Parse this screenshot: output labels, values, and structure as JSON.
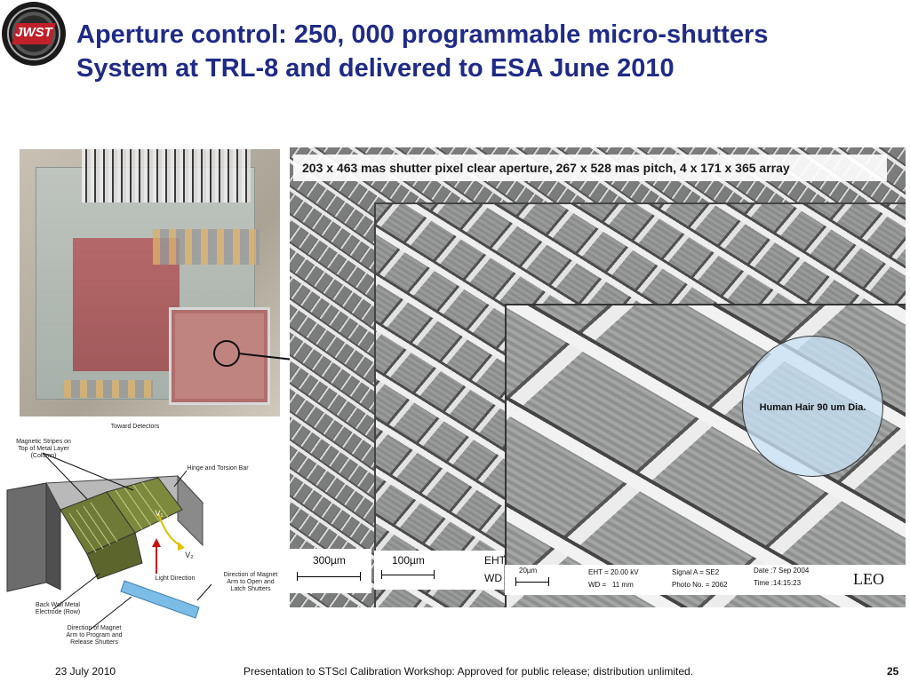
{
  "logo": {
    "text": "JWST"
  },
  "title": {
    "line1": "Aperture control: 250, 000 programmable micro-shutters",
    "line2": "System at TRL-8 and delivered to ESA June 2010"
  },
  "diagram": {
    "labels": {
      "toward_detectors": "Toward Detectors",
      "magnetic_stripes": "Magnetic Stripes on\nTop of Metal Layer\n(Column)",
      "hinge": "Hinge and Torsion Bar",
      "v1": "V₁",
      "v2": "V₂",
      "light_direction": "Light Direction",
      "magnet_open": "Direction of Magnet\nArm to Open and\nLatch Shutters",
      "back_wall": "Back Wall Metal\nElectrode (Row)",
      "magnet_program": "Direction of Magnet\nArm to Program and\nRelease Shutters"
    }
  },
  "sem": {
    "caption": "203 x 463 mas shutter pixel clear aperture, 267 x 528 mas pitch, 4 x 171 x 365 array",
    "hair_label": "Human Hair 90 um Dia.",
    "scalebars": {
      "sb1": "300µm",
      "sb2": "100µm",
      "sb2_eht": "EHT",
      "sb2_wd": "WD",
      "sb3_scale": "20µm",
      "eht": "EHT = 20.00 kV",
      "wd": "WD =   11 mm",
      "signal": "Signal A = SE2",
      "photo": "Photo No. = 2062",
      "date": "Date :7 Sep 2004",
      "time": "Time :14:15:23",
      "brand": "LEO"
    }
  },
  "footer": {
    "date": "23 July 2010",
    "center": "Presentation to STScI Calibration Workshop: Approved for public release; distribution unlimited.",
    "page": "25"
  },
  "colors": {
    "title": "#1f2b86",
    "logo_red": "#c0202a"
  }
}
